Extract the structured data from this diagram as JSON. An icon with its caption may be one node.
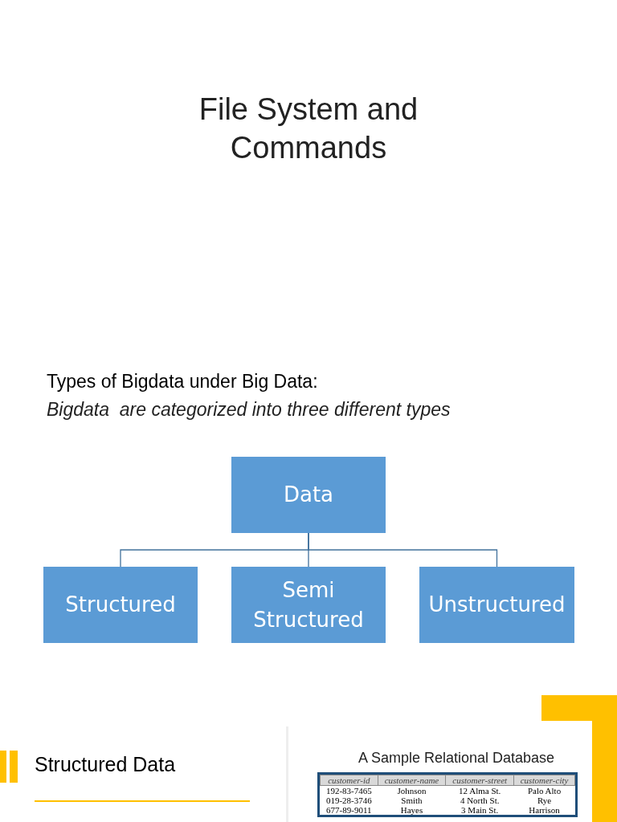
{
  "diagram": {
    "title": "File System and Commands",
    "nodes": [
      {
        "text": [
          "Data"
        ]
      },
      {
        "text": [
          "Structured"
        ]
      },
      {
        "text": [
          "Semi Structured"
        ]
      },
      {
        "text": [
          "Unstructured"
        ]
      }
    ],
    "edges": [
      {
        "from": 0,
        "to": 1,
        "arrow": "none"
      },
      {
        "from": 0,
        "to": 2,
        "arrow": "none"
      },
      {
        "from": 0,
        "to": 3,
        "arrow": "none"
      }
    ],
    "labels": [
      "Types of Bigdata under Big Data:",
      "Bigdata  are categorized into three different types",
      "Structured Data",
      "A Sample Relational Database",
      "customer-id",
      "customer-name",
      "customer-street",
      "customer-city",
      "192-83-7465",
      "Johnson",
      "12 Alma St.",
      "Palo Alto",
      "019-28-3746",
      "Smith",
      "4 North St.",
      "Rye",
      "677-89-9011",
      "Hayes",
      "3 Main St.",
      "Harrison"
    ]
  }
}
